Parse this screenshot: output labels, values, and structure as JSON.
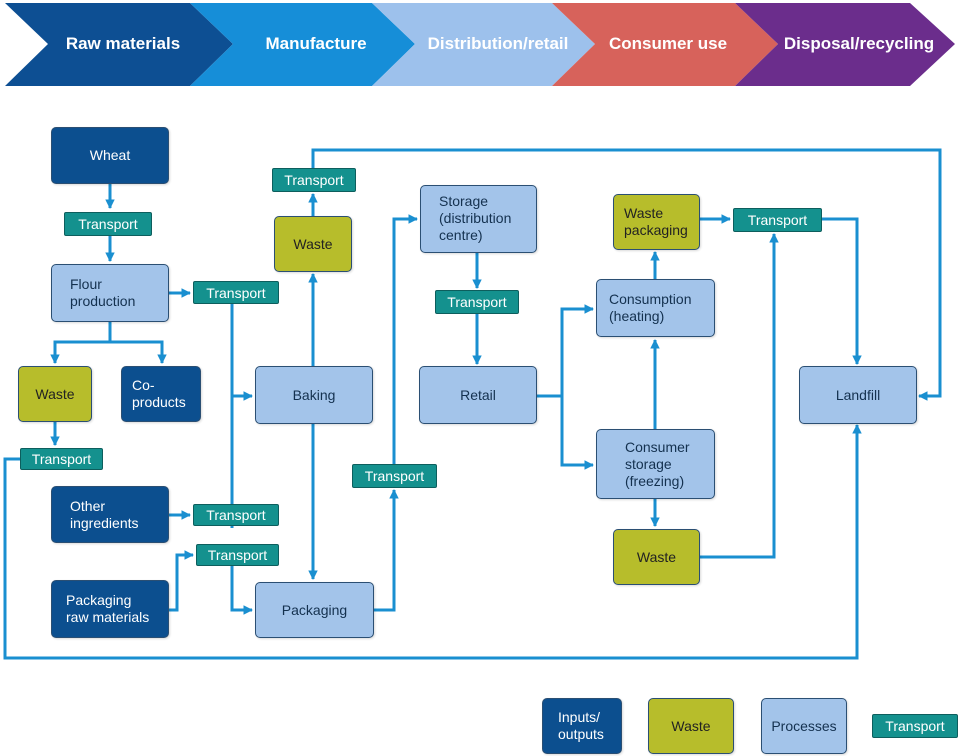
{
  "stages": [
    {
      "label": "Raw materials",
      "color": "#0d4f93"
    },
    {
      "label": "Manufacture",
      "color": "#168ed8"
    },
    {
      "label": "Distribution/retail",
      "color": "#9dc1ec"
    },
    {
      "label": "Consumer use",
      "color": "#d7625b"
    },
    {
      "label": "Disposal/recycling",
      "color": "#6b2d8c"
    }
  ],
  "nodes": {
    "wheat": "Wheat",
    "flour_production": "Flour\nproduction",
    "waste_flour": "Waste",
    "co_products": "Co-\nproducts",
    "other_ingredients": "Other\ningredients",
    "packaging_raw": "Packaging\nraw materials",
    "baking": "Baking",
    "waste_baking": "Waste",
    "packaging": "Packaging",
    "storage_dc": "Storage\n(distribution\ncentre)",
    "retail": "Retail",
    "consumption": "Consumption\n(heating)",
    "consumer_storage": "Consumer\nstorage\n(freezing)",
    "waste_packaging": "Waste\npackaging",
    "waste_consumer": "Waste",
    "landfill": "Landfill"
  },
  "transport_label": "Transport",
  "legend": {
    "inputs": "Inputs/\noutputs",
    "waste": "Waste",
    "processes": "Processes",
    "transport": "Transport"
  },
  "colors": {
    "input": "#0c4f8f",
    "waste": "#b7bd2b",
    "process": "#a3c4ea",
    "transport": "#14918e",
    "arrow": "#1a8fd0"
  }
}
